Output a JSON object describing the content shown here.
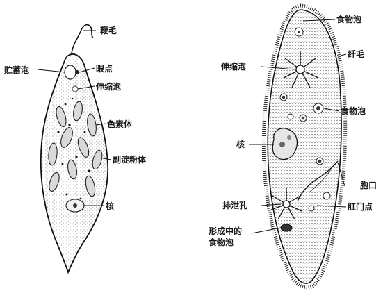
{
  "euglena": {
    "labels": {
      "flagellum": "鞭毛",
      "reservoir": "贮蓄泡",
      "eyespot": "眼点",
      "contractile_vacuole": "伸缩泡",
      "chromatophore": "色素体",
      "paramylon": "副淀粉体",
      "nucleus": "核"
    }
  },
  "paramecium": {
    "labels": {
      "food_vacuole_top": "食物泡",
      "cilia": "纤毛",
      "contractile_vacuole": "伸缩泡",
      "food_vacuole": "食物泡",
      "nucleus": "核",
      "oral_groove": "胞口",
      "contractile_vacuole_lower": "排泄孔",
      "anal_pore": "肛门点",
      "forming_food_vacuole": "形成中的\n食物泡"
    }
  }
}
